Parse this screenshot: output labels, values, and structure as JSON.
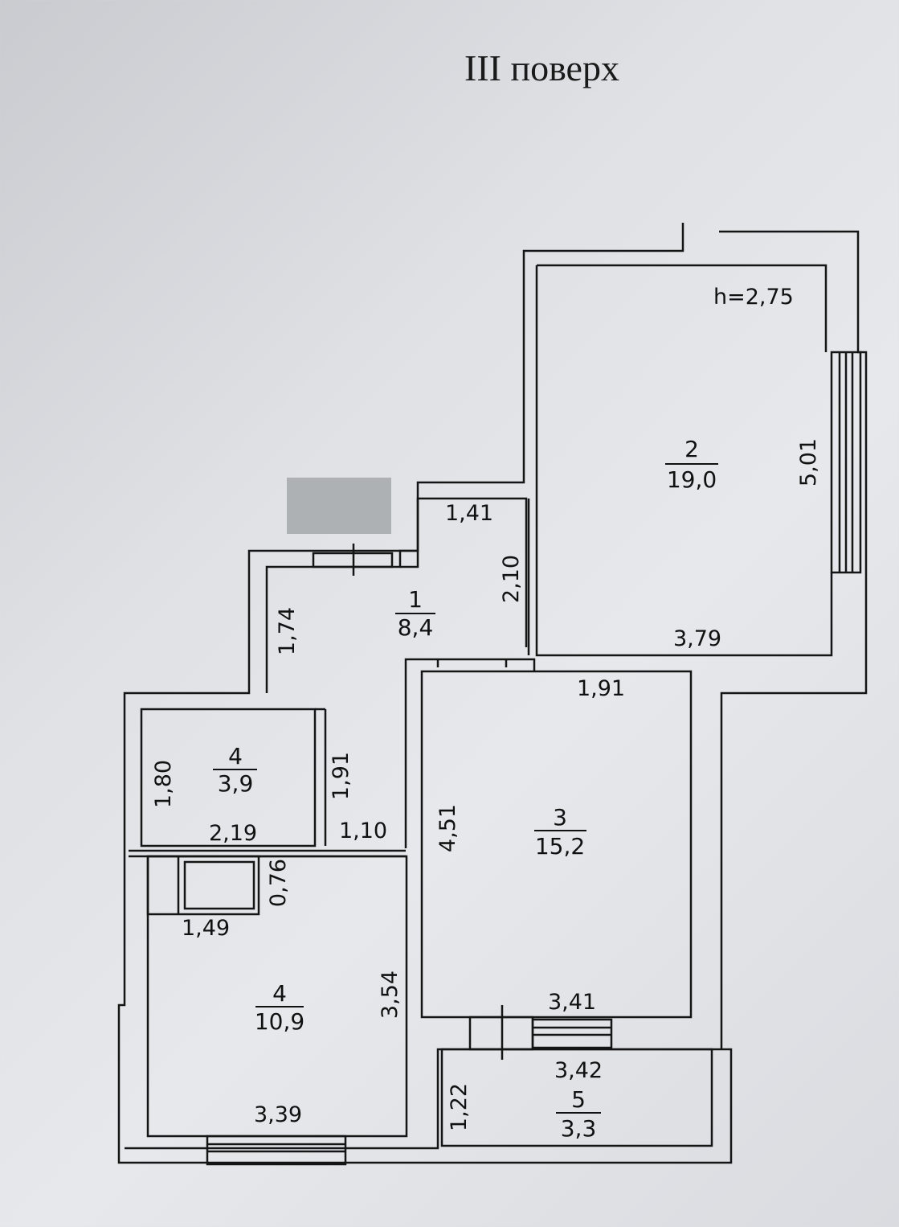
{
  "title": "III поверх",
  "ceiling_height": "h=2,75",
  "rooms": [
    {
      "number": "1",
      "area": "8,4"
    },
    {
      "number": "2",
      "area": "19,0"
    },
    {
      "number": "3",
      "area": "15,2"
    },
    {
      "number": "4",
      "area": "3,9"
    },
    {
      "number": "4",
      "area": "10,9"
    },
    {
      "number": "5",
      "area": "3,3"
    }
  ],
  "dimensions": {
    "d141": "1,41",
    "d210": "2,10",
    "d174": "1,74",
    "d501": "5,01",
    "d379": "3,79",
    "d191a": "1,91",
    "d191b": "1,91",
    "d180": "1,80",
    "d219": "2,19",
    "d110": "1,10",
    "d451": "4,51",
    "d076": "0,76",
    "d149": "1,49",
    "d354": "3,54",
    "d341": "3,41",
    "d342": "3,42",
    "d122": "1,22",
    "d339": "3,39"
  }
}
